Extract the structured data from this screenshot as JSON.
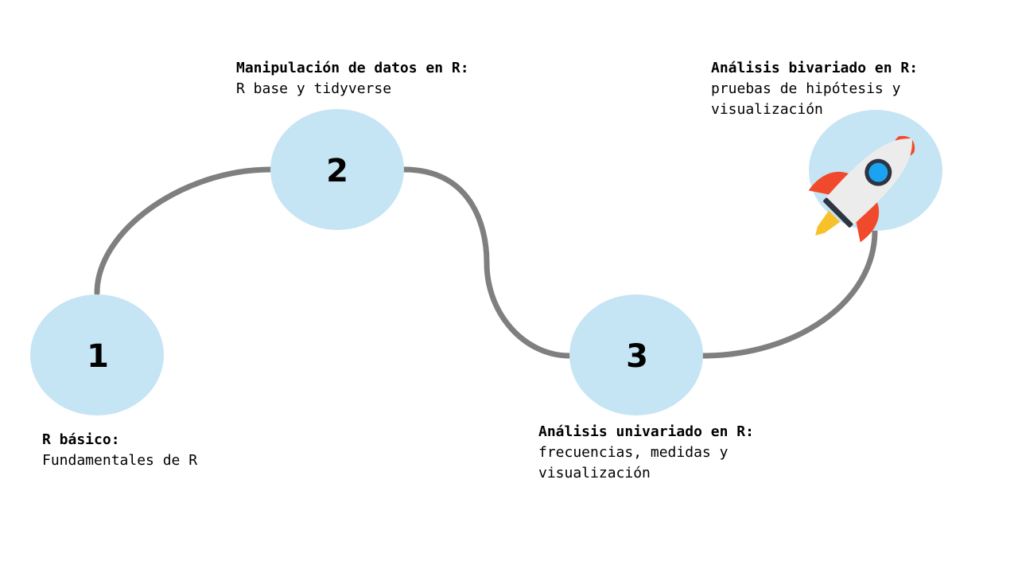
{
  "colors": {
    "path": "#7f7f7f",
    "node_fill": "#c5e4f4",
    "rocket_body": "#ececec",
    "rocket_fin": "#f1492c",
    "rocket_window": "#1aa3f0",
    "rocket_window_rim": "#2e3440",
    "rocket_flame": "#f7c12a"
  },
  "nodes": [
    {
      "number": "1"
    },
    {
      "number": "2"
    },
    {
      "number": "3"
    },
    {
      "icon": "rocket-icon"
    }
  ],
  "steps": [
    {
      "title": "R básico:",
      "lines": [
        "Fundamentales de R"
      ]
    },
    {
      "title": "Manipulación de datos en R:",
      "lines": [
        "R base y tidyverse"
      ]
    },
    {
      "title": "Análisis univariado en R:",
      "lines": [
        "frecuencias, medidas y",
        "visualización"
      ]
    },
    {
      "title": "Análisis bivariado en R:",
      "lines": [
        "pruebas de hipótesis y",
        "visualización"
      ]
    }
  ]
}
